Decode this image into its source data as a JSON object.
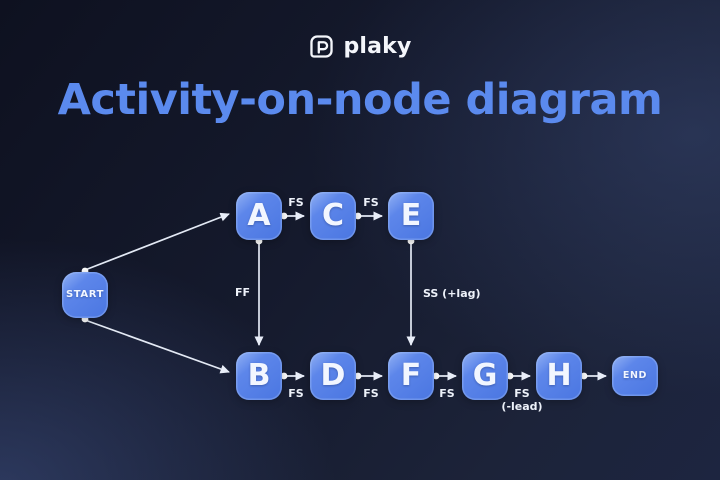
{
  "logo": {
    "text": "plaky",
    "icon": "plaky-logo-icon"
  },
  "title": "Activity-on-node diagram",
  "colors": {
    "background_dark": "#0e1120",
    "background_light": "#2b3a5c",
    "title_blue": "#5b8aee",
    "node_fill": "#4a76e1",
    "node_highlight": "#93b2f4",
    "edge_stroke": "#e3e9f4",
    "label_text": "#eef2fa"
  },
  "diagram": {
    "nodes": [
      {
        "id": "START",
        "label": "START"
      },
      {
        "id": "A",
        "label": "A"
      },
      {
        "id": "C",
        "label": "C"
      },
      {
        "id": "E",
        "label": "E"
      },
      {
        "id": "B",
        "label": "B"
      },
      {
        "id": "D",
        "label": "D"
      },
      {
        "id": "F",
        "label": "F"
      },
      {
        "id": "G",
        "label": "G"
      },
      {
        "id": "H",
        "label": "H"
      },
      {
        "id": "END",
        "label": "END"
      }
    ],
    "edges": [
      {
        "from": "START",
        "to": "A",
        "label": ""
      },
      {
        "from": "START",
        "to": "B",
        "label": ""
      },
      {
        "from": "A",
        "to": "C",
        "label": "FS"
      },
      {
        "from": "C",
        "to": "E",
        "label": "FS"
      },
      {
        "from": "A",
        "to": "B",
        "label": "FF"
      },
      {
        "from": "E",
        "to": "F",
        "label": "SS (+lag)"
      },
      {
        "from": "B",
        "to": "D",
        "label": "FS"
      },
      {
        "from": "D",
        "to": "F",
        "label": "FS"
      },
      {
        "from": "F",
        "to": "G",
        "label": "FS"
      },
      {
        "from": "G",
        "to": "H",
        "label": "FS (-lead)",
        "label_line1": "FS",
        "label_line2": "(-lead)"
      },
      {
        "from": "H",
        "to": "END",
        "label": ""
      }
    ]
  }
}
